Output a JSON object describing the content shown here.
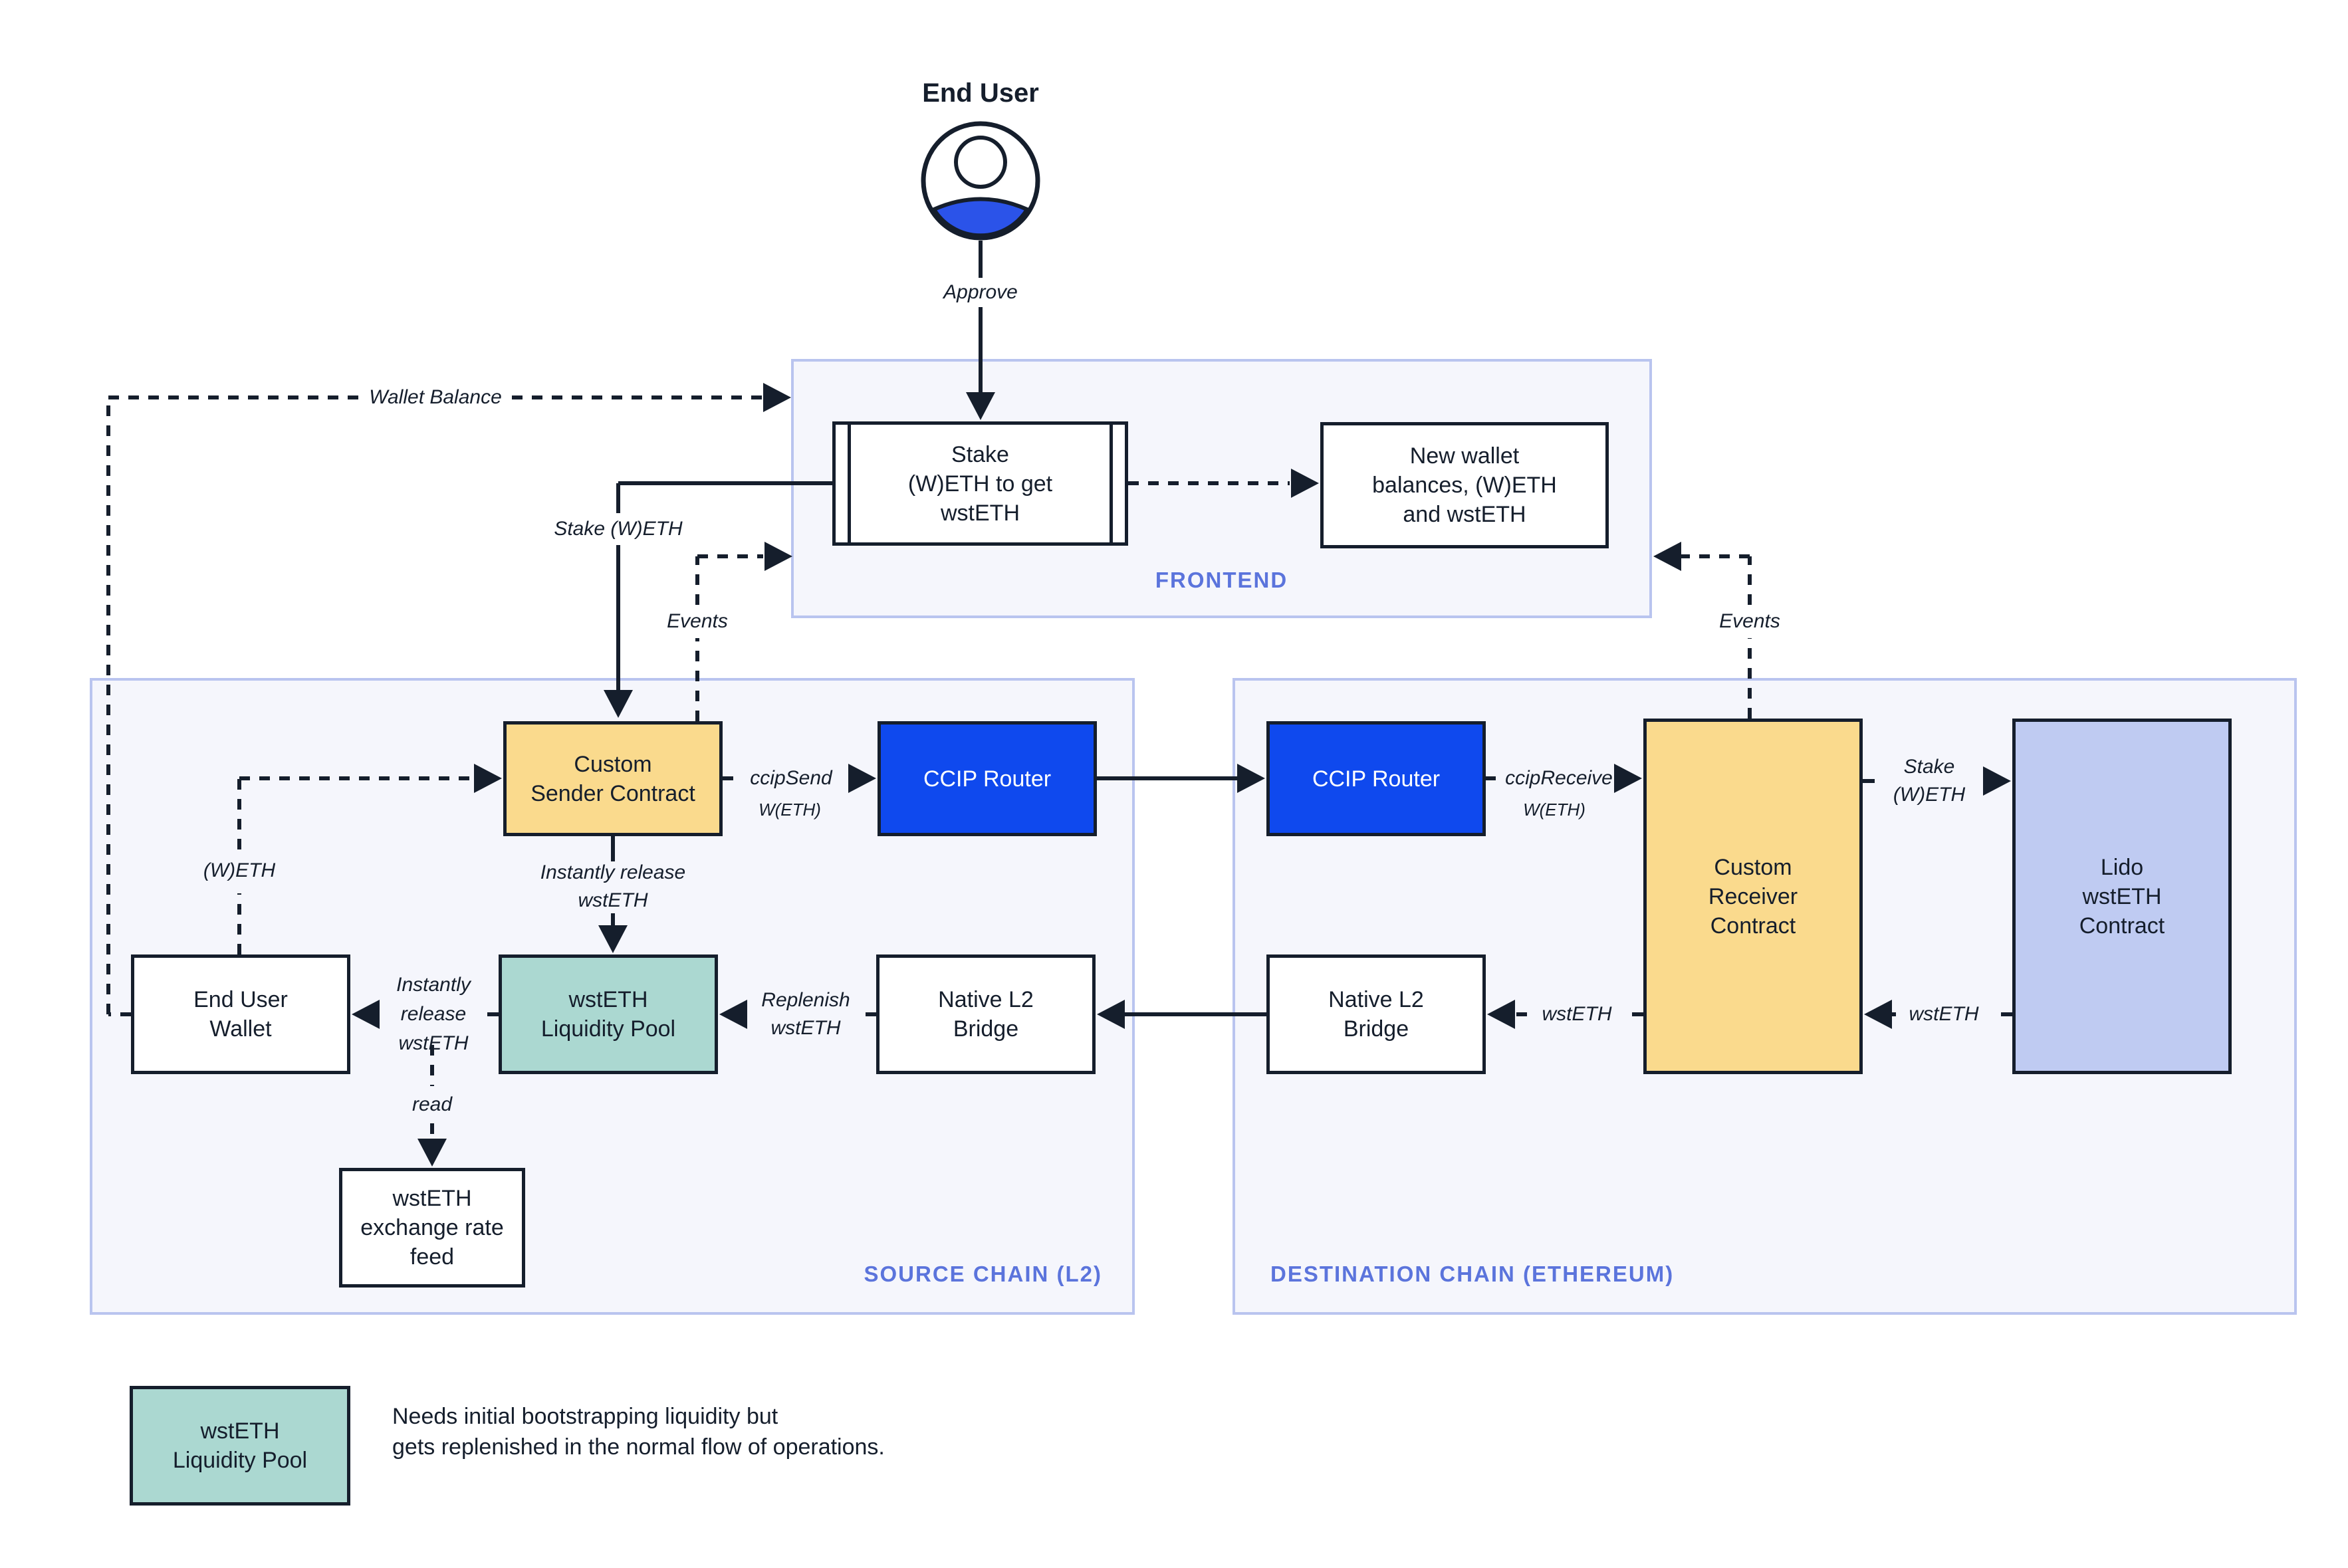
{
  "diagram": {
    "title": "End User",
    "icons": {
      "end_user": "person-avatar-icon"
    },
    "colors": {
      "ink": "#151e2c",
      "ccip_blue": "#0f49ee",
      "person_blue": "#2b53e9",
      "yellow": "#fada8d",
      "teal": "#abd8d1",
      "lavender": "#bfcbf2",
      "container_fill": "#f5f6fc",
      "container_border": "#b9c4ef",
      "section_label": "#5b74dc"
    },
    "containers": {
      "frontend": {
        "label": "FRONTEND"
      },
      "source": {
        "label": "SOURCE CHAIN (L2)"
      },
      "destination": {
        "label": "DESTINATION CHAIN (ETHEREUM)"
      }
    },
    "nodes": {
      "stake_box": {
        "label": "Stake\n(W)ETH to get\nwstETH"
      },
      "new_wallet": {
        "label": "New wallet\nbalances, (W)ETH\nand wstETH"
      },
      "sender": {
        "label": "Custom\nSender Contract"
      },
      "ccip_router_l": {
        "label": "CCIP Router"
      },
      "ccip_router_r": {
        "label": "CCIP Router"
      },
      "receiver": {
        "label": "Custom\nReceiver\nContract"
      },
      "lido": {
        "label": "Lido\nwstETH\nContract"
      },
      "wallet": {
        "label": "End User\nWallet"
      },
      "pool": {
        "label": "wstETH\nLiquidity Pool"
      },
      "bridge_l": {
        "label": "Native L2\nBridge"
      },
      "bridge_r": {
        "label": "Native L2\nBridge"
      },
      "feed": {
        "label": "wstETH\nexchange rate\nfeed"
      }
    },
    "edge_labels": {
      "approve": "Approve",
      "wallet_balance": "Wallet Balance",
      "stake_weth_left": "Stake (W)ETH",
      "events_left": "Events",
      "events_right": "Events",
      "ccip_send": "ccipSend",
      "ccip_send_sub": "W(ETH)",
      "ccip_receive": "ccipReceive",
      "ccip_receive_sub": "W(ETH)",
      "stake_weth_right": "Stake\n(W)ETH",
      "instantly_release": "Instantly release\nwstETH",
      "instantly_release_left": "Instantly\nrelease\nwstETH",
      "weth": "(W)ETH",
      "replenish": "Replenish\nwstETH",
      "wsteth_to_bridge": "wstETH",
      "wsteth_from_lido": "wstETH",
      "read": "read"
    },
    "legend": {
      "box_label": "wstETH\nLiquidity Pool",
      "caption": "Needs initial bootstrapping liquidity but\ngets replenished in the normal flow of operations."
    }
  }
}
